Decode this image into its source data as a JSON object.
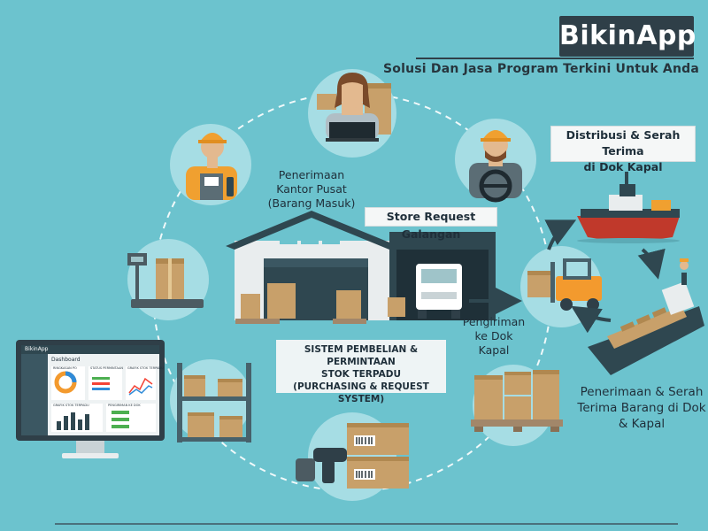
{
  "brand": {
    "name": "BikinApp",
    "tagline": "Solusi Dan Jasa Program Terkini Untuk Anda"
  },
  "labels": {
    "store_request": "Store Request Galangan",
    "distribusi_line1": "Distribusi & Serah Terima",
    "distribusi_line2": "di Dok Kapal",
    "sistem_line1": "SISTEM PEMBELIAN & PERMINTAAN",
    "sistem_line2": "STOK TERPADU",
    "sistem_line3": "(PURCHASING & REQUEST SYSTEM)"
  },
  "captions": {
    "penerimaan_line1": "Penerimaan",
    "penerimaan_line2": "Kantor Pusat",
    "penerimaan_line3": "(Barang Masuk)",
    "pengiriman_line1": "Pengiriman",
    "pengiriman_line2": "ke Dok Kapal",
    "serah_line1": "Penerimaan & Serah",
    "serah_line2": "Terima Barang di Dok",
    "serah_line3": "& Kapal"
  },
  "dashboard": {
    "app_name": "BikinApp",
    "page_title": "Dashboard",
    "card1_title": "RINGKASAN PO",
    "card2_title": "STATUS PERMINTAAN",
    "card3_title": "GRAFIK STOK TERPADU",
    "card4_title": "GRAFIK STOK TERPADU",
    "card5_title": "PENGIRIMAN KE DOK"
  },
  "colors": {
    "background": "#6cc3ce",
    "brand_box": "#2f3f48",
    "box": "#c8a06a",
    "warehouse_wall": "#e9edee",
    "roof": "#2f4750",
    "helmet": "#f0a030",
    "forklift": "#f39a2e"
  },
  "icons": [
    "worker-icon",
    "operator-icon",
    "driver-icon",
    "scale-icon",
    "shelf-icon",
    "barcode-scanner-icon",
    "pallet-icon",
    "forklift-icon",
    "tugboat-icon",
    "cargo-ship-icon",
    "warehouse-icon",
    "truck-icon",
    "monitor-icon"
  ]
}
